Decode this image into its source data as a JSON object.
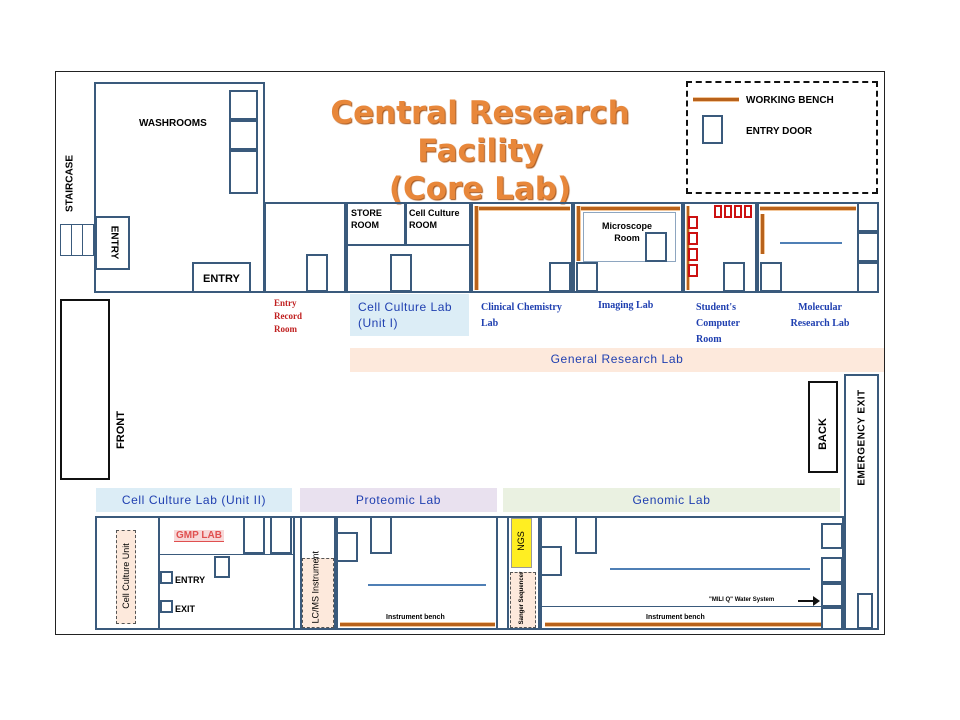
{
  "title": {
    "line1": "Central Research Facility",
    "line2": "(Core Lab)"
  },
  "legend": {
    "working_bench": "WORKING BENCH",
    "entry_door": "ENTRY DOOR"
  },
  "rooms": {
    "washrooms": "WASHROOMS",
    "staircase": "STAIRCASE",
    "entry_side": "ENTRY",
    "entry_bottom": "ENTRY",
    "store_room": "STORE ROOM",
    "cell_culture_room": "Cell Culture ROOM",
    "entry_record_room": "Entry Record Room",
    "cell_culture_unit1": "Cell Culture Lab (Unit I)",
    "clinical_chemistry": "Clinical Chemistry Lab",
    "microscope_room": "Microscope Room",
    "imaging_lab": "Imaging Lab",
    "students_computer": "Student's Computer Room",
    "molecular_research": "Molecular Research Lab",
    "general_research": "General Research Lab",
    "front": "FRONT",
    "back": "BACK",
    "emergency_exit": "EMERGENCY EXIT",
    "cell_culture_unit2": "Cell Culture Lab (Unit II)",
    "proteomic_lab": "Proteomic Lab",
    "genomic_lab": "Genomic Lab",
    "cell_culture_unit": "Cell Culture Unit",
    "gmp_lab": "GMP LAB",
    "entry_lower": "ENTRY",
    "exit_lower": "EXIT",
    "lcms_instrument": "LC/MS Instrument",
    "instrument_bench_1": "Instrument bench",
    "instrument_bench_2": "Instrument bench",
    "ngs": "NGS",
    "sanger_sequencer": "Sanger Sequencer",
    "milli_q": "\"MILI Q\" Water System"
  },
  "colors": {
    "wall": "#3a5a7c",
    "bench": "#b8621b",
    "title_orange": "#e8873a",
    "band_blue": "#dcedf6",
    "band_peach": "#fde9dc",
    "band_lavender": "#e9e1ef",
    "band_green": "#eaf1e1",
    "ngs_yellow": "#ffee22"
  }
}
